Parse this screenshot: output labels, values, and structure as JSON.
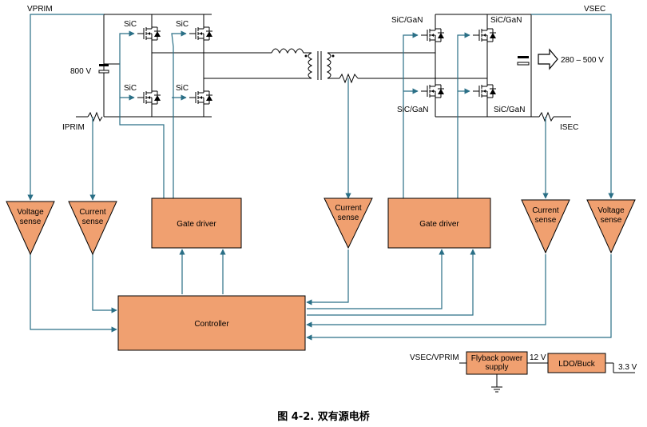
{
  "diagram": {
    "labels": {
      "vprim": "VPRIM",
      "vsec": "VSEC",
      "iprim": "IPRIM",
      "isec": "ISEC",
      "v800": "800 V",
      "vout": "280 – 500 V",
      "sic": "SiC",
      "sic_gan": "SiC/GaN",
      "v12": "12 V",
      "v33": "3.3 V",
      "vsec_vprim": "VSEC/VPRIM"
    },
    "blocks": {
      "voltage_sense": [
        "Voltage",
        "sense"
      ],
      "current_sense": [
        "Current",
        "sense"
      ],
      "gate_driver": "Gate driver",
      "controller": "Controller",
      "flyback": [
        "Flyback power",
        "supply"
      ],
      "ldo": "LDO/Buck"
    },
    "caption": "图 4-2. 双有源电桥"
  },
  "colors": {
    "block_fill": "#f0a070",
    "signal_line": "#2a6f86"
  }
}
